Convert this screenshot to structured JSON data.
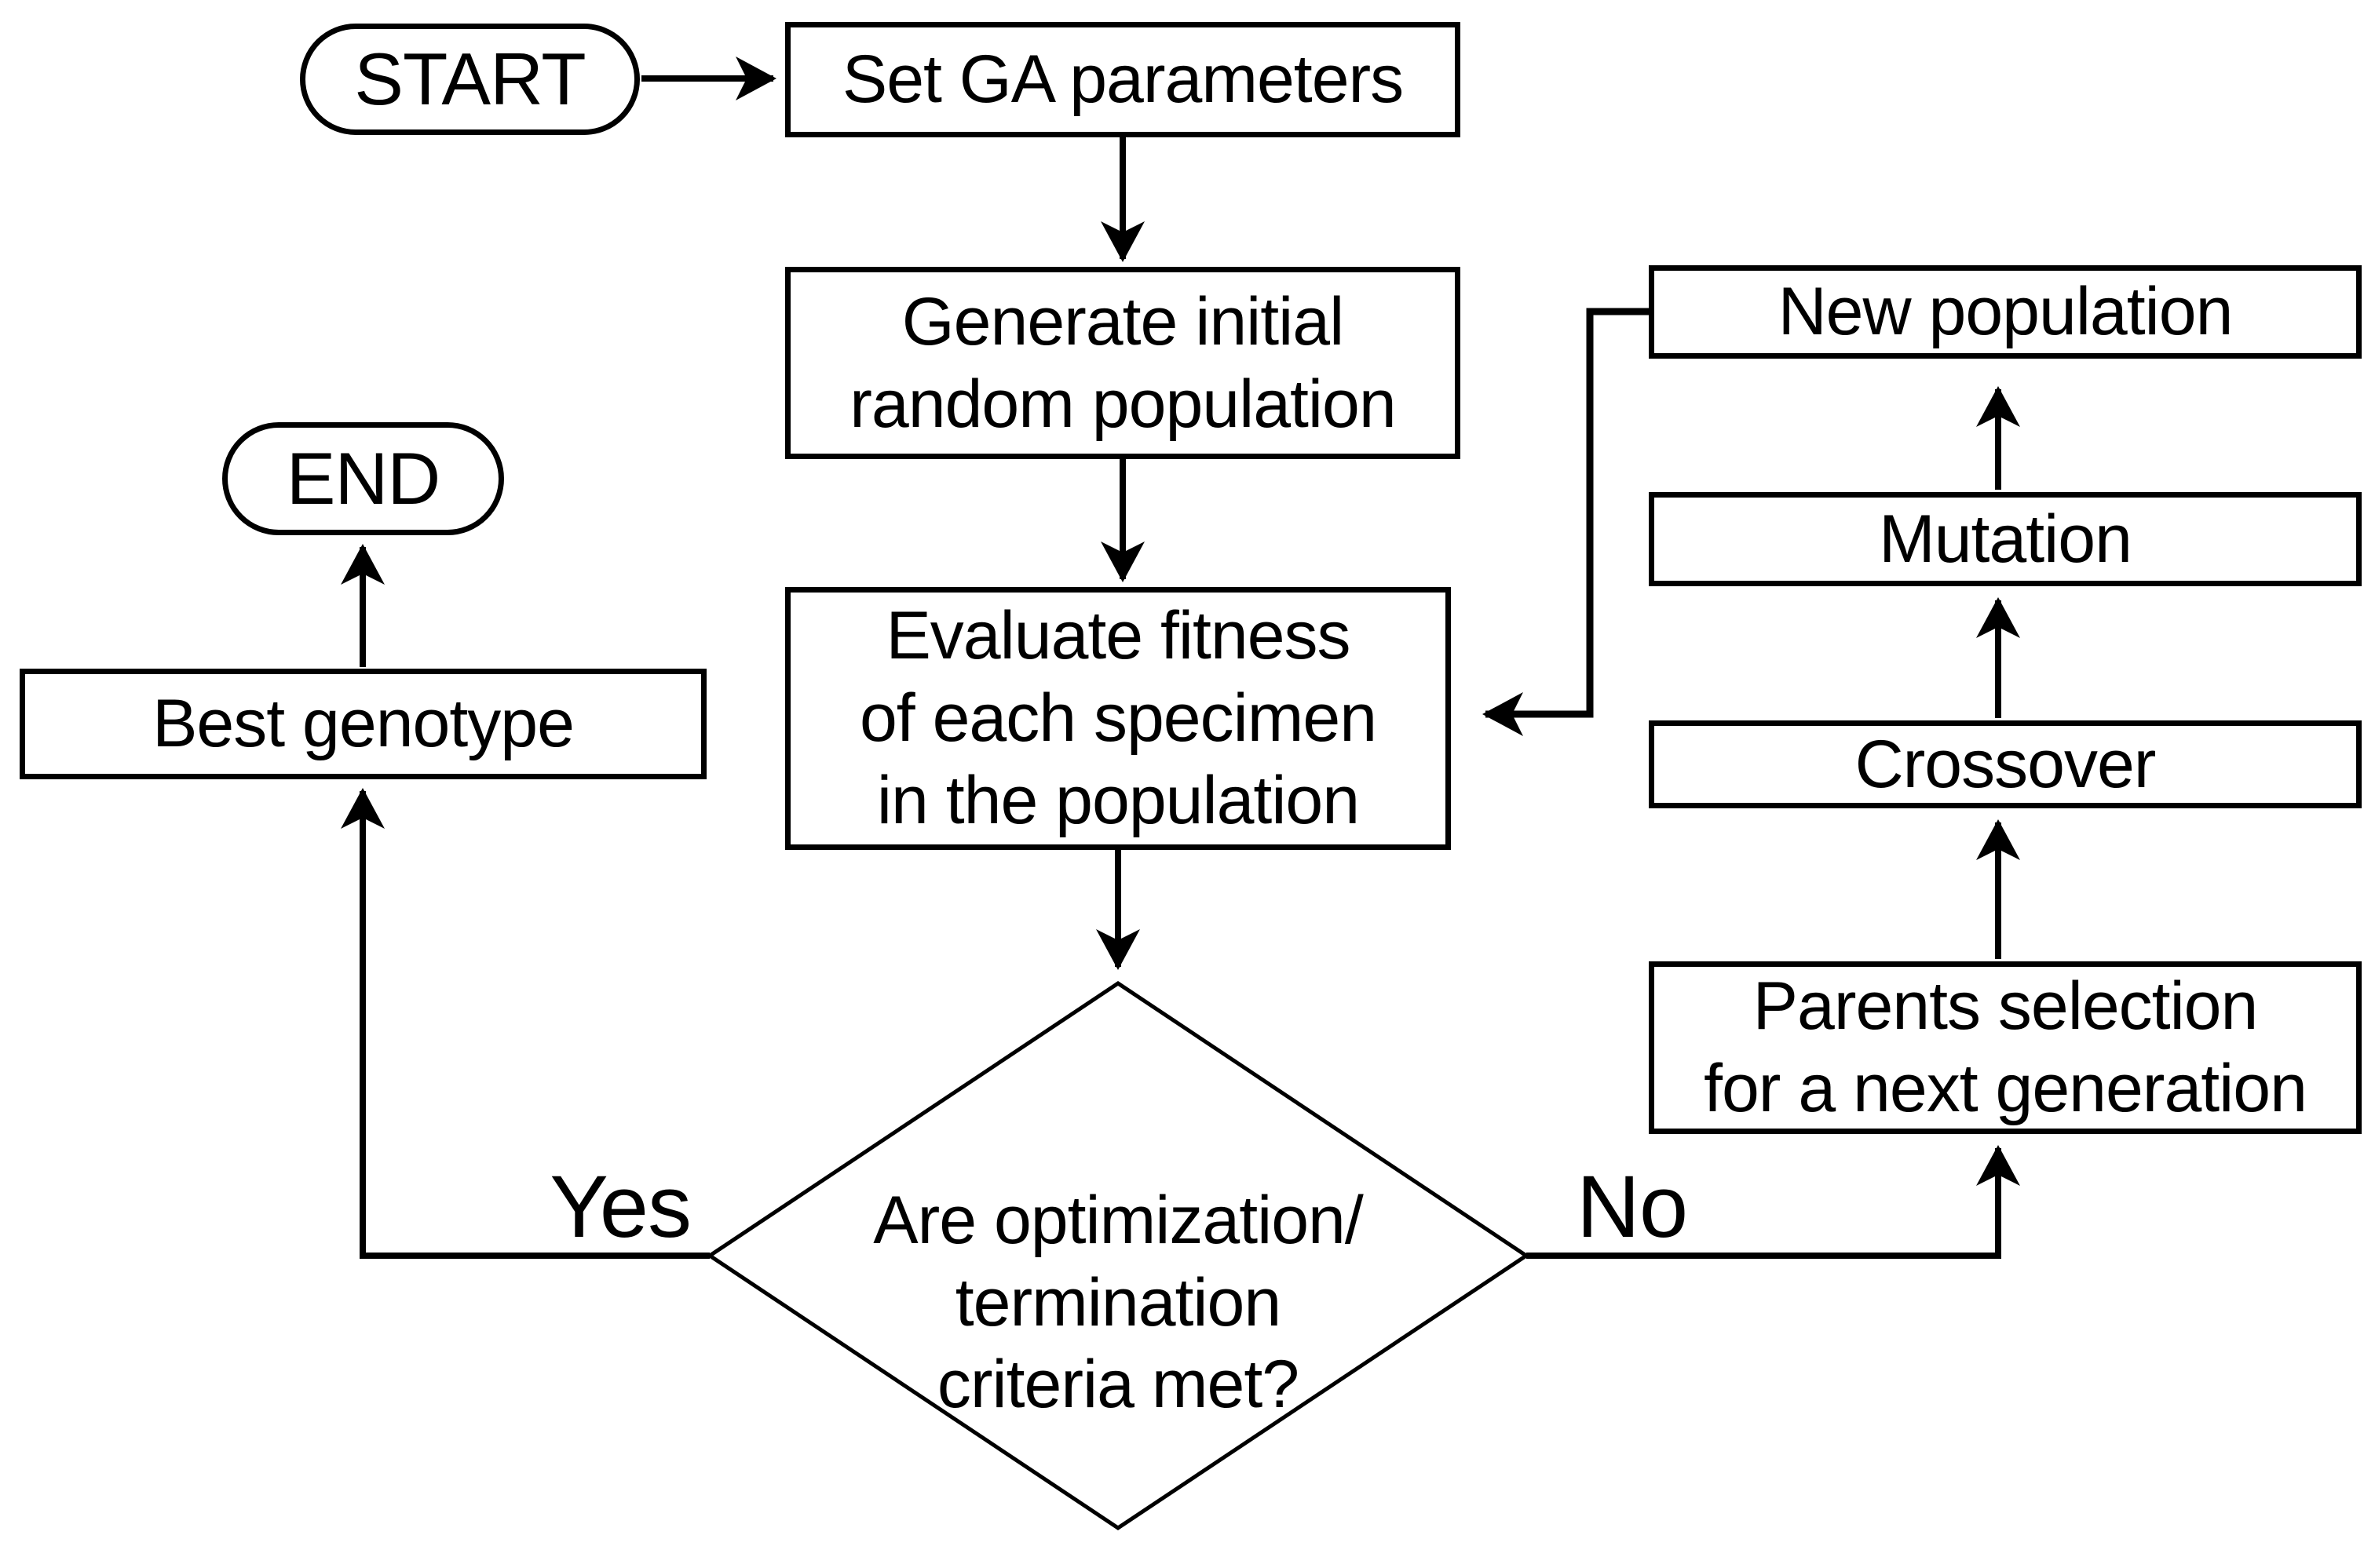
{
  "colors": {
    "stroke": "#000000",
    "fill": "#ffffff",
    "background": "#ffffff"
  },
  "nodes": {
    "start": {
      "type": "terminator",
      "label": "START"
    },
    "set_ga": {
      "type": "process",
      "label": "Set GA parameters"
    },
    "generate": {
      "type": "process",
      "label": "Generate initial\nrandom population"
    },
    "evaluate": {
      "type": "process",
      "label": "Evaluate fitness\nof each specimen\nin the population"
    },
    "decision": {
      "type": "decision",
      "label": "Are optimization/\ntermination\ncriteria met?"
    },
    "best_genotype": {
      "type": "process",
      "label": "Best genotype"
    },
    "end": {
      "type": "terminator",
      "label": "END"
    },
    "parents": {
      "type": "process",
      "label": "Parents selection\nfor a next generation"
    },
    "crossover": {
      "type": "process",
      "label": "Crossover"
    },
    "mutation": {
      "type": "process",
      "label": "Mutation"
    },
    "new_population": {
      "type": "process",
      "label": "New population"
    }
  },
  "edges": {
    "yes_label": "Yes",
    "no_label": "No"
  }
}
